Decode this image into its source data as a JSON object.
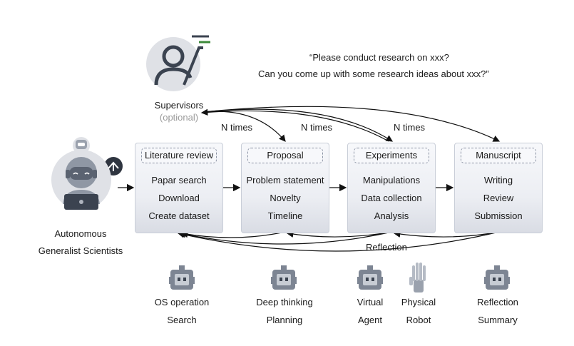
{
  "quote": {
    "line1": "“Please conduct research on xxx?",
    "line2": "Can you come up with some research ideas about xxx?”"
  },
  "supervisor": {
    "label": "Supervisors",
    "sublabel": "(optional)"
  },
  "scientist": {
    "line1": "Autonomous",
    "line2": "Generalist Scientists"
  },
  "loop_labels": [
    "N times",
    "N times",
    "N times"
  ],
  "reflection_label": "Reflection",
  "stages": [
    {
      "title": "Literature review",
      "items": [
        "Papar search",
        "Download",
        "Create dataset"
      ]
    },
    {
      "title": "Proposal",
      "items": [
        "Problem statement",
        "Novelty",
        "Timeline"
      ]
    },
    {
      "title": "Experiments",
      "items": [
        "Manipulations",
        "Data collection",
        "Analysis"
      ]
    },
    {
      "title": "Manuscript",
      "items": [
        "Writing",
        "Review",
        "Submission"
      ]
    }
  ],
  "tools": [
    {
      "icon": "robot-head-icon",
      "line1": "OS operation",
      "line2": "Search"
    },
    {
      "icon": "robot-head-icon",
      "line1": "Deep thinking",
      "line2": "Planning"
    },
    {
      "icon": "robot-head-icon",
      "line1": "Virtual",
      "line2": "Agent"
    },
    {
      "icon": "robot-hand-icon",
      "line1": "Physical",
      "line2": "Robot"
    },
    {
      "icon": "robot-head-icon",
      "line1": "Reflection",
      "line2": "Summary"
    }
  ]
}
